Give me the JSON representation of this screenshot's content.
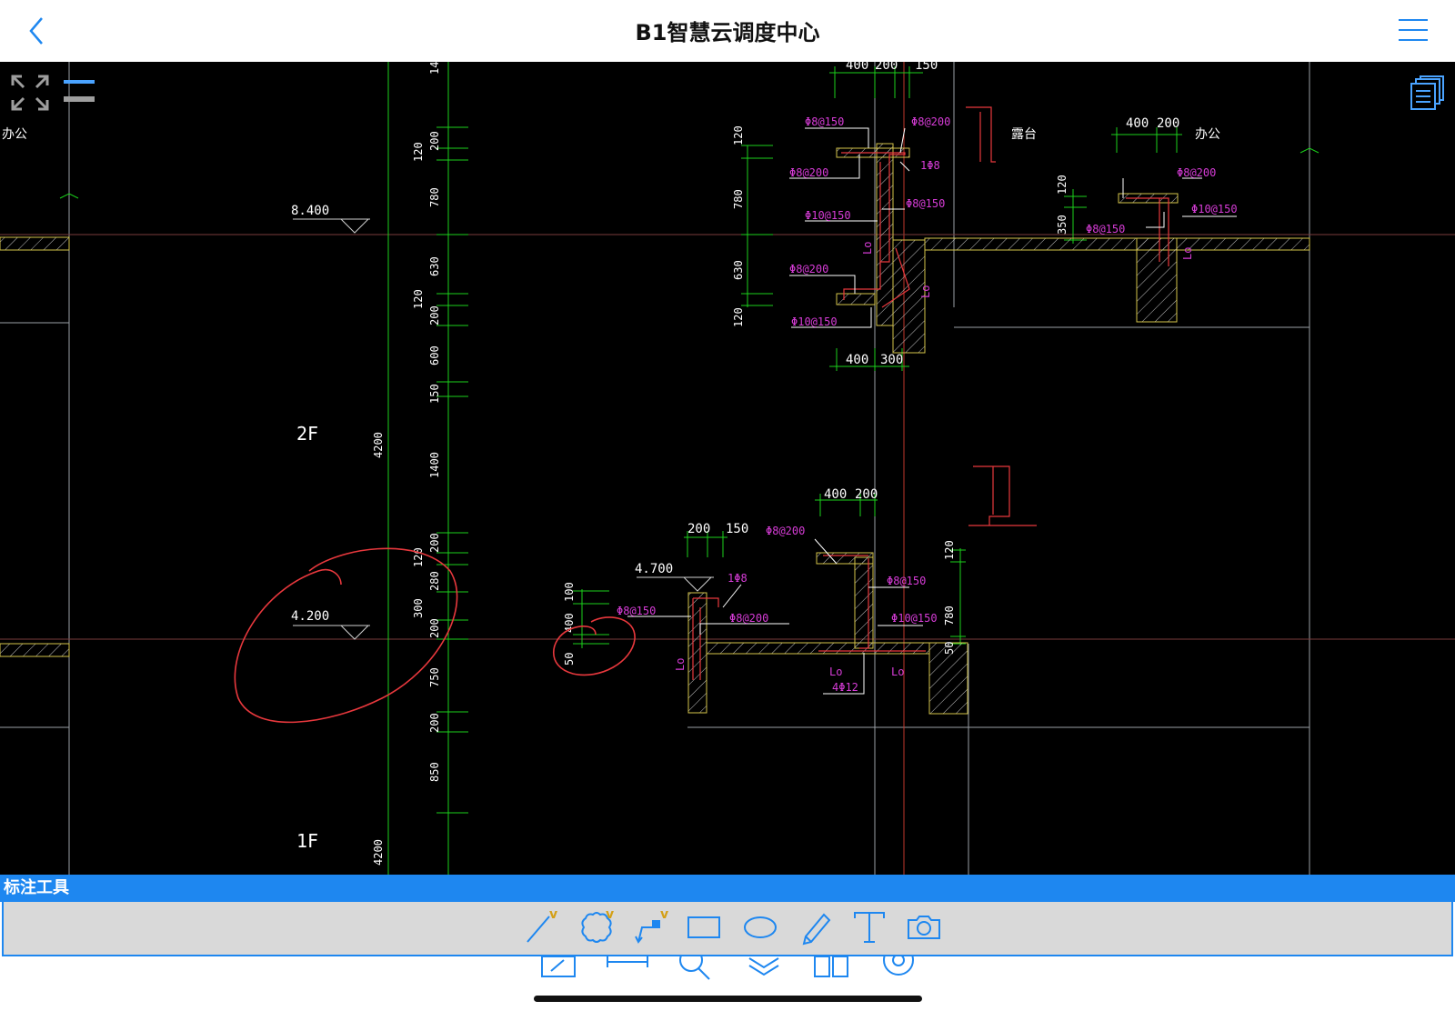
{
  "header": {
    "title": "B1智慧云调度中心",
    "back_icon": "chevron-left-icon",
    "menu_icon": "hamburger-menu-icon",
    "accent": "#1e87f0"
  },
  "drawing": {
    "labels": {
      "office_left": "办公",
      "office_right": "办公",
      "terrace": "露台",
      "floor_2f": "2F",
      "floor_1f": "1F"
    },
    "elevations": [
      "8.400",
      "4.200",
      "4.700"
    ],
    "vertical_dims_left": [
      "14",
      "200",
      "120",
      "780",
      "630",
      "120",
      "200",
      "600",
      "150",
      "1400",
      "200",
      "120",
      "280",
      "300",
      "200",
      "750",
      "200",
      "850"
    ],
    "level_heights": [
      "4200",
      "4200"
    ],
    "upper_detail": {
      "top_dims": [
        "400",
        "200",
        "150"
      ],
      "bottom_dims": [
        "400",
        "300"
      ],
      "side_dims": [
        "120",
        "780",
        "630",
        "120"
      ],
      "rebar": [
        "Φ8@150",
        "Φ8@200",
        "Φ8@200",
        "1Φ8",
        "Φ8@150",
        "Φ10@150",
        "Φ8@200",
        "Φ10@150"
      ],
      "anchor": [
        "Lo",
        "Lo"
      ]
    },
    "right_detail": {
      "top_dims": [
        "400",
        "200"
      ],
      "side_dims": [
        "120",
        "350"
      ],
      "rebar": [
        "Φ8@200",
        "Φ10@150",
        "Φ8@150"
      ],
      "anchor": "Lo"
    },
    "lower_detail": {
      "top_dims_a": [
        "200",
        "150"
      ],
      "top_dims_b": [
        "400",
        "200"
      ],
      "side_dims_a": [
        "100",
        "400",
        "50"
      ],
      "side_dims_b": [
        "120",
        "780",
        "50"
      ],
      "rebar": [
        "Φ8@200",
        "1Φ8",
        "Φ8@150",
        "Φ8@200",
        "Φ8@150",
        "Φ10@150",
        "4Φ12"
      ],
      "anchor": [
        "Lo",
        "Lo",
        "Lo"
      ]
    },
    "annotation_color": "#e8383d"
  },
  "toolbar": {
    "title": "标注工具",
    "tools": [
      {
        "name": "line-tool",
        "icon": "line-icon",
        "has_submenu": true
      },
      {
        "name": "cloud-tool",
        "icon": "cloud-icon",
        "has_submenu": true
      },
      {
        "name": "arrow-tool",
        "icon": "arrow-note-icon",
        "has_submenu": true
      },
      {
        "name": "rectangle-tool",
        "icon": "rectangle-icon",
        "has_submenu": false
      },
      {
        "name": "ellipse-tool",
        "icon": "ellipse-icon",
        "has_submenu": false
      },
      {
        "name": "pen-tool",
        "icon": "pen-icon",
        "has_submenu": false
      },
      {
        "name": "text-tool",
        "icon": "text-icon",
        "has_submenu": false
      },
      {
        "name": "camera-tool",
        "icon": "camera-icon",
        "has_submenu": false
      }
    ],
    "submenu_marker": "v"
  },
  "bottom_nav": {
    "icons": [
      "edit-icon",
      "measure-icon",
      "search-icon",
      "layers-icon",
      "split-view-icon",
      "settings-icon"
    ]
  }
}
